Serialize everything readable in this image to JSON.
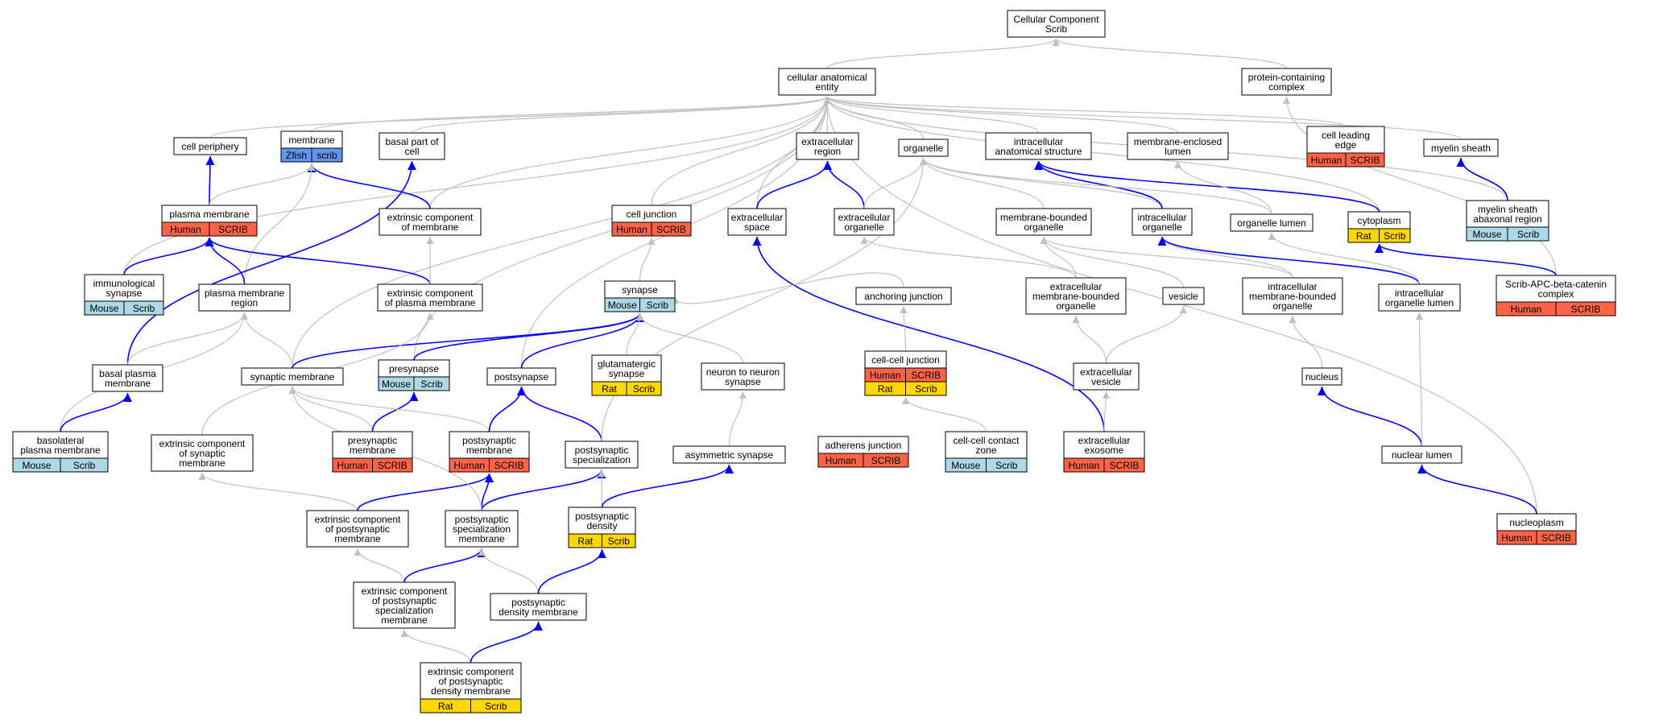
{
  "colors": {
    "human": "#ff6347",
    "mouse": "#add8e6",
    "rat": "#ffd700",
    "zfish": "#6495ed",
    "edge_gray": "#c0c0c0",
    "edge_blue": "#0000ff",
    "border": "#000000"
  },
  "nodes": [
    {
      "id": "cc",
      "lines": [
        "Cellular Component",
        "Scrib"
      ]
    },
    {
      "id": "cae",
      "lines": [
        "cellular anatomical",
        "entity"
      ]
    },
    {
      "id": "pcc",
      "lines": [
        "protein-containing",
        "complex"
      ]
    },
    {
      "id": "cp",
      "lines": [
        "cell periphery"
      ]
    },
    {
      "id": "mem",
      "lines": [
        "membrane"
      ],
      "badges": [
        [
          "Zfish",
          "zfish"
        ],
        [
          "scrib",
          "zfish"
        ]
      ]
    },
    {
      "id": "bpc",
      "lines": [
        "basal part of",
        "cell"
      ]
    },
    {
      "id": "er",
      "lines": [
        "extracellular",
        "region"
      ]
    },
    {
      "id": "org",
      "lines": [
        "organelle"
      ]
    },
    {
      "id": "ias",
      "lines": [
        "intracellular",
        "anatomical structure"
      ]
    },
    {
      "id": "mel",
      "lines": [
        "membrane-enclosed",
        "lumen"
      ]
    },
    {
      "id": "cle",
      "lines": [
        "cell leading",
        "edge"
      ],
      "badges": [
        [
          "Human",
          "human"
        ],
        [
          "SCRIB",
          "human"
        ]
      ]
    },
    {
      "id": "ms",
      "lines": [
        "myelin sheath"
      ]
    },
    {
      "id": "pm",
      "lines": [
        "plasma membrane"
      ],
      "badges": [
        [
          "Human",
          "human"
        ],
        [
          "SCRIB",
          "human"
        ]
      ]
    },
    {
      "id": "ecm",
      "lines": [
        "extrinsic component",
        "of membrane"
      ]
    },
    {
      "id": "cj",
      "lines": [
        "cell junction"
      ],
      "badges": [
        [
          "Human",
          "human"
        ],
        [
          "SCRIB",
          "human"
        ]
      ]
    },
    {
      "id": "es",
      "lines": [
        "extracellular",
        "space"
      ]
    },
    {
      "id": "eo",
      "lines": [
        "extracellular",
        "organelle"
      ]
    },
    {
      "id": "mbo",
      "lines": [
        "membrane-bounded",
        "organelle"
      ]
    },
    {
      "id": "io",
      "lines": [
        "intracellular",
        "organelle"
      ]
    },
    {
      "id": "ol",
      "lines": [
        "organelle lumen"
      ]
    },
    {
      "id": "cyt",
      "lines": [
        "cytoplasm"
      ],
      "badges": [
        [
          "Rat",
          "rat"
        ],
        [
          "Scrib",
          "rat"
        ]
      ]
    },
    {
      "id": "msar",
      "lines": [
        "myelin sheath",
        "abaxonal region"
      ],
      "badges": [
        [
          "Mouse",
          "mouse"
        ],
        [
          "Scrib",
          "mouse"
        ]
      ]
    },
    {
      "id": "is",
      "lines": [
        "immunological",
        "synapse"
      ],
      "badges": [
        [
          "Mouse",
          "mouse"
        ],
        [
          "Scrib",
          "mouse"
        ]
      ]
    },
    {
      "id": "pmr",
      "lines": [
        "plasma membrane",
        "region"
      ]
    },
    {
      "id": "ecpm",
      "lines": [
        "extrinsic component",
        "of plasma membrane"
      ]
    },
    {
      "id": "syn",
      "lines": [
        "synapse"
      ],
      "badges": [
        [
          "Mouse",
          "mouse"
        ],
        [
          "Scrib",
          "mouse"
        ]
      ]
    },
    {
      "id": "aj",
      "lines": [
        "anchoring junction"
      ]
    },
    {
      "id": "embo",
      "lines": [
        "extracellular",
        "membrane-bounded",
        "organelle"
      ]
    },
    {
      "id": "ves",
      "lines": [
        "vesicle"
      ]
    },
    {
      "id": "imbo",
      "lines": [
        "intracellular",
        "membrane-bounded",
        "organelle"
      ]
    },
    {
      "id": "iol",
      "lines": [
        "intracellular",
        "organelle lumen"
      ]
    },
    {
      "id": "sapc",
      "lines": [
        "Scrib-APC-beta-catenin",
        "complex"
      ],
      "badges": [
        [
          "Human",
          "human"
        ],
        [
          "SCRIB",
          "human"
        ]
      ]
    },
    {
      "id": "bpm",
      "lines": [
        "basal plasma",
        "membrane"
      ]
    },
    {
      "id": "sm",
      "lines": [
        "synaptic membrane"
      ]
    },
    {
      "id": "pre",
      "lines": [
        "presynapse"
      ],
      "badges": [
        [
          "Mouse",
          "mouse"
        ],
        [
          "Scrib",
          "mouse"
        ]
      ]
    },
    {
      "id": "post",
      "lines": [
        "postsynapse"
      ]
    },
    {
      "id": "gs",
      "lines": [
        "glutamatergic",
        "synapse"
      ],
      "badges": [
        [
          "Rat",
          "rat"
        ],
        [
          "Scrib",
          "rat"
        ]
      ]
    },
    {
      "id": "nns",
      "lines": [
        "neuron to neuron",
        "synapse"
      ]
    },
    {
      "id": "ccj",
      "lines": [
        "cell-cell junction"
      ],
      "badges": [
        [
          "Human",
          "human"
        ],
        [
          "SCRIB",
          "human"
        ],
        [
          "Rat",
          "rat"
        ],
        [
          "Scrib",
          "rat"
        ]
      ]
    },
    {
      "id": "ev",
      "lines": [
        "extracellular",
        "vesicle"
      ]
    },
    {
      "id": "nuc",
      "lines": [
        "nucleus"
      ]
    },
    {
      "id": "blpm",
      "lines": [
        "basolateral",
        "plasma membrane"
      ],
      "badges": [
        [
          "Mouse",
          "mouse"
        ],
        [
          "Scrib",
          "mouse"
        ]
      ]
    },
    {
      "id": "ecsm",
      "lines": [
        "extrinsic component",
        "of synaptic",
        "membrane"
      ]
    },
    {
      "id": "prem",
      "lines": [
        "presynaptic",
        "membrane"
      ],
      "badges": [
        [
          "Human",
          "human"
        ],
        [
          "SCRIB",
          "human"
        ]
      ]
    },
    {
      "id": "postm",
      "lines": [
        "postsynaptic",
        "membrane"
      ],
      "badges": [
        [
          "Human",
          "human"
        ],
        [
          "SCRIB",
          "human"
        ]
      ]
    },
    {
      "id": "ps",
      "lines": [
        "postsynaptic",
        "specialization"
      ]
    },
    {
      "id": "as",
      "lines": [
        "asymmetric synapse"
      ]
    },
    {
      "id": "adj",
      "lines": [
        "adherens junction"
      ],
      "badges": [
        [
          "Human",
          "human"
        ],
        [
          "SCRIB",
          "human"
        ]
      ]
    },
    {
      "id": "cccz",
      "lines": [
        "cell-cell contact",
        "zone"
      ],
      "badges": [
        [
          "Mouse",
          "mouse"
        ],
        [
          "Scrib",
          "mouse"
        ]
      ]
    },
    {
      "id": "exo",
      "lines": [
        "extracellular",
        "exosome"
      ],
      "badges": [
        [
          "Human",
          "human"
        ],
        [
          "SCRIB",
          "human"
        ]
      ]
    },
    {
      "id": "nl",
      "lines": [
        "nuclear lumen"
      ]
    },
    {
      "id": "ecpsm",
      "lines": [
        "extrinsic component",
        "of postsynaptic",
        "membrane"
      ]
    },
    {
      "id": "psm",
      "lines": [
        "postsynaptic",
        "specialization",
        "membrane"
      ]
    },
    {
      "id": "pd",
      "lines": [
        "postsynaptic",
        "density"
      ],
      "badges": [
        [
          "Rat",
          "rat"
        ],
        [
          "Scrib",
          "rat"
        ]
      ]
    },
    {
      "id": "np",
      "lines": [
        "nucleoplasm"
      ],
      "badges": [
        [
          "Human",
          "human"
        ],
        [
          "SCRIB",
          "human"
        ]
      ]
    },
    {
      "id": "ecpssm",
      "lines": [
        "extrinsic component",
        "of postsynaptic",
        "specialization",
        "membrane"
      ]
    },
    {
      "id": "pdm",
      "lines": [
        "postsynaptic",
        "density membrane"
      ]
    },
    {
      "id": "ecpdm",
      "lines": [
        "extrinsic component",
        "of postsynaptic",
        "density membrane"
      ],
      "badges": [
        [
          "Rat",
          "rat"
        ],
        [
          "Scrib",
          "rat"
        ]
      ]
    }
  ],
  "edges": [
    [
      "cae",
      "cc",
      "gray"
    ],
    [
      "pcc",
      "cc",
      "gray"
    ],
    [
      "cp",
      "cae",
      "gray"
    ],
    [
      "mem",
      "cae",
      "gray"
    ],
    [
      "bpc",
      "cae",
      "gray"
    ],
    [
      "er",
      "cae",
      "gray"
    ],
    [
      "org",
      "cae",
      "gray"
    ],
    [
      "ias",
      "cae",
      "gray"
    ],
    [
      "mel",
      "cae",
      "gray"
    ],
    [
      "cle",
      "cae",
      "gray"
    ],
    [
      "ms",
      "cae",
      "gray"
    ],
    [
      "ecm",
      "cae",
      "gray"
    ],
    [
      "cj",
      "cae",
      "gray"
    ],
    [
      "es",
      "cae",
      "gray"
    ],
    [
      "is",
      "cae",
      "gray"
    ],
    [
      "sm",
      "cae",
      "gray"
    ],
    [
      "pre",
      "cae",
      "gray"
    ],
    [
      "post",
      "cae",
      "gray"
    ],
    [
      "msar",
      "cae",
      "gray"
    ],
    [
      "cyt",
      "cae",
      "gray"
    ],
    [
      "np",
      "cae",
      "gray"
    ],
    [
      "sapc",
      "pcc",
      "gray"
    ],
    [
      "pm",
      "cp",
      "blue"
    ],
    [
      "pm",
      "mem",
      "gray"
    ],
    [
      "ecm",
      "mem",
      "blue"
    ],
    [
      "pmr",
      "mem",
      "gray"
    ],
    [
      "es",
      "er",
      "blue"
    ],
    [
      "eo",
      "er",
      "blue"
    ],
    [
      "eo",
      "org",
      "gray"
    ],
    [
      "mbo",
      "org",
      "gray"
    ],
    [
      "io",
      "org",
      "gray"
    ],
    [
      "io",
      "ias",
      "blue"
    ],
    [
      "cyt",
      "ias",
      "blue"
    ],
    [
      "ol",
      "org",
      "gray"
    ],
    [
      "ol",
      "mel",
      "gray"
    ],
    [
      "msar",
      "ms",
      "blue"
    ],
    [
      "is",
      "pm",
      "blue"
    ],
    [
      "pmr",
      "pm",
      "blue"
    ],
    [
      "ecpm",
      "pm",
      "blue"
    ],
    [
      "ecpm",
      "ecm",
      "gray"
    ],
    [
      "syn",
      "cj",
      "gray"
    ],
    [
      "aj",
      "syn",
      "gray"
    ],
    [
      "embo",
      "eo",
      "gray"
    ],
    [
      "embo",
      "mbo",
      "gray"
    ],
    [
      "ves",
      "mbo",
      "gray"
    ],
    [
      "imbo",
      "mbo",
      "gray"
    ],
    [
      "imbo",
      "io",
      "gray"
    ],
    [
      "iol",
      "io",
      "blue"
    ],
    [
      "iol",
      "ol",
      "gray"
    ],
    [
      "sapc",
      "cyt",
      "blue"
    ],
    [
      "exo",
      "es",
      "blue"
    ],
    [
      "bpm",
      "bpc",
      "blue"
    ],
    [
      "bpm",
      "pmr",
      "gray"
    ],
    [
      "blpm",
      "pmr",
      "gray"
    ],
    [
      "blpm",
      "bpm",
      "blue"
    ],
    [
      "sm",
      "pmr",
      "gray"
    ],
    [
      "sm",
      "syn",
      "blue"
    ],
    [
      "pre",
      "syn",
      "blue"
    ],
    [
      "post",
      "syn",
      "blue"
    ],
    [
      "gs",
      "syn",
      "gray"
    ],
    [
      "nns",
      "syn",
      "gray"
    ],
    [
      "ccj",
      "aj",
      "gray"
    ],
    [
      "ev",
      "embo",
      "gray"
    ],
    [
      "ev",
      "ves",
      "gray"
    ],
    [
      "exo",
      "ev",
      "gray"
    ],
    [
      "nuc",
      "imbo",
      "gray"
    ],
    [
      "nl",
      "nuc",
      "blue"
    ],
    [
      "nl",
      "iol",
      "gray"
    ],
    [
      "np",
      "nl",
      "blue"
    ],
    [
      "ecsm",
      "ecpm",
      "gray"
    ],
    [
      "prem",
      "sm",
      "gray"
    ],
    [
      "prem",
      "pre",
      "blue"
    ],
    [
      "postm",
      "sm",
      "gray"
    ],
    [
      "postm",
      "post",
      "blue"
    ],
    [
      "ps",
      "post",
      "blue"
    ],
    [
      "ps",
      "org",
      "gray"
    ],
    [
      "as",
      "nns",
      "gray"
    ],
    [
      "cccz",
      "ccj",
      "gray"
    ],
    [
      "ecpsm",
      "ecsm",
      "gray"
    ],
    [
      "ecpsm",
      "postm",
      "blue"
    ],
    [
      "psm",
      "postm",
      "blue"
    ],
    [
      "psm",
      "ps",
      "blue"
    ],
    [
      "psm",
      "sm",
      "gray"
    ],
    [
      "pd",
      "ps",
      "gray"
    ],
    [
      "pd",
      "as",
      "blue"
    ],
    [
      "ecpssm",
      "ecpsm",
      "gray"
    ],
    [
      "ecpssm",
      "psm",
      "blue"
    ],
    [
      "pdm",
      "psm",
      "gray"
    ],
    [
      "pdm",
      "pd",
      "blue"
    ],
    [
      "ecpdm",
      "ecpssm",
      "gray"
    ],
    [
      "ecpdm",
      "pdm",
      "blue"
    ]
  ]
}
